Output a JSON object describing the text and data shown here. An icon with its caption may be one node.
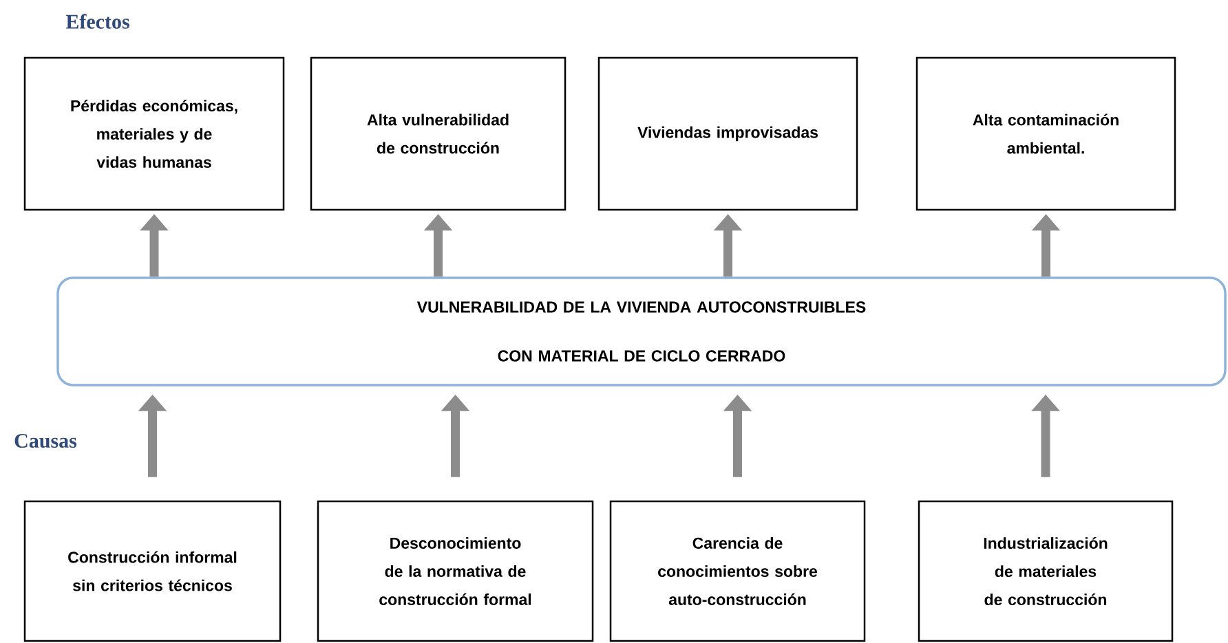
{
  "diagram": {
    "nodes": [
      {
        "text": [
          "Pérdidas económicas, materiales y de vidas humanas"
        ]
      },
      {
        "text": [
          "Alta vulnerabilidad de construcción"
        ]
      },
      {
        "text": [
          "Viviendas improvisadas"
        ]
      },
      {
        "text": [
          "Alta contaminación ambiental."
        ]
      },
      {
        "text": [
          "VULNERABILIDAD DE LA VIVIENDA AUTOCONSTRUIBLES",
          "CON MATERIAL DE CICLO CERRADO"
        ]
      },
      {
        "text": [
          "Construcción informal sin criterios técnicos"
        ]
      },
      {
        "text": [
          "Desconocimiento de la normativa de construcción formal"
        ]
      },
      {
        "text": [
          "Carencia de conocimientos sobre auto-construcción"
        ]
      },
      {
        "text": [
          "Industrialización de materiales de construcción"
        ]
      }
    ],
    "edges": [
      {
        "from": 4,
        "to": 0,
        "arrow": "to"
      },
      {
        "from": 4,
        "to": 1,
        "arrow": "to"
      },
      {
        "from": 4,
        "to": 2,
        "arrow": "to"
      },
      {
        "from": 4,
        "to": 3,
        "arrow": "to"
      },
      {
        "from": 5,
        "to": 4,
        "arrow": "to"
      },
      {
        "from": 6,
        "to": 4,
        "arrow": "to"
      },
      {
        "from": 7,
        "to": 4,
        "arrow": "to"
      },
      {
        "from": 8,
        "to": 4,
        "arrow": "to"
      }
    ],
    "labels": [
      "Efectos",
      "Causas"
    ]
  }
}
